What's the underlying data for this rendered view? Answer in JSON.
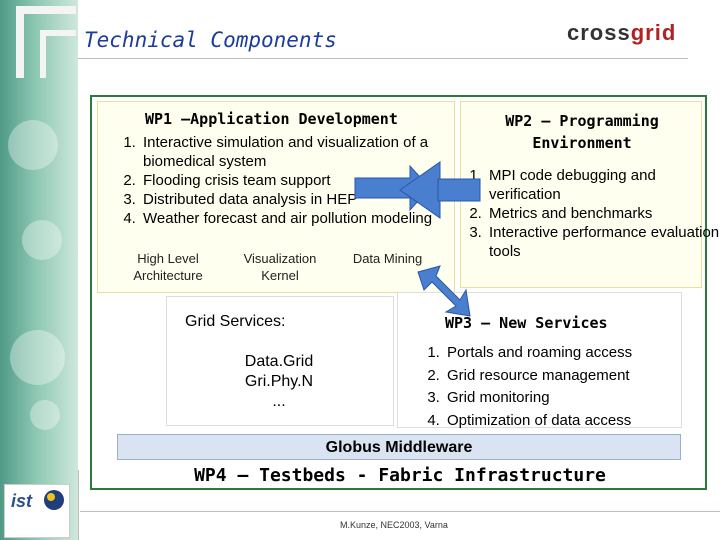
{
  "header": {
    "title": "Technical Components"
  },
  "logo": {
    "text_part1": "cross",
    "text_part2": "grid"
  },
  "wp1": {
    "title": "WP1 –Application Development",
    "items": [
      "Interactive simulation and visualization of a biomedical system",
      "Flooding crisis team support",
      "Distributed data analysis in HEP",
      "Weather forecast and air pollution modeling"
    ],
    "components": [
      "High Level Architecture",
      "Visualization Kernel",
      "Data Mining"
    ]
  },
  "wp2": {
    "title": "WP2 – Programming Environment",
    "items": [
      "MPI code debugging and verification",
      "Metrics and benchmarks",
      "Interactive performance evaluation tools"
    ]
  },
  "grid_services": {
    "title": "Grid Services:",
    "items": [
      "Data.Grid",
      "Gri.Phy.N",
      "..."
    ]
  },
  "wp3": {
    "title": "WP3 – New Services",
    "items": [
      "Portals and roaming access",
      "Grid resource management",
      "Grid monitoring",
      "Optimization of data access"
    ]
  },
  "globus": {
    "label": "Globus Middleware"
  },
  "wp4": {
    "label": "WP4 – Testbeds - Fabric Infrastructure"
  },
  "footer": {
    "text": "M.Kunze, NEC2003, Varna"
  },
  "ist_logo": {
    "text": "ist"
  },
  "colors": {
    "title_blue": "#1a3c9a",
    "frame_green": "#2c7a3a",
    "arrow_blue": "#4a7fd0",
    "globus_bg": "#d9e3f1"
  }
}
